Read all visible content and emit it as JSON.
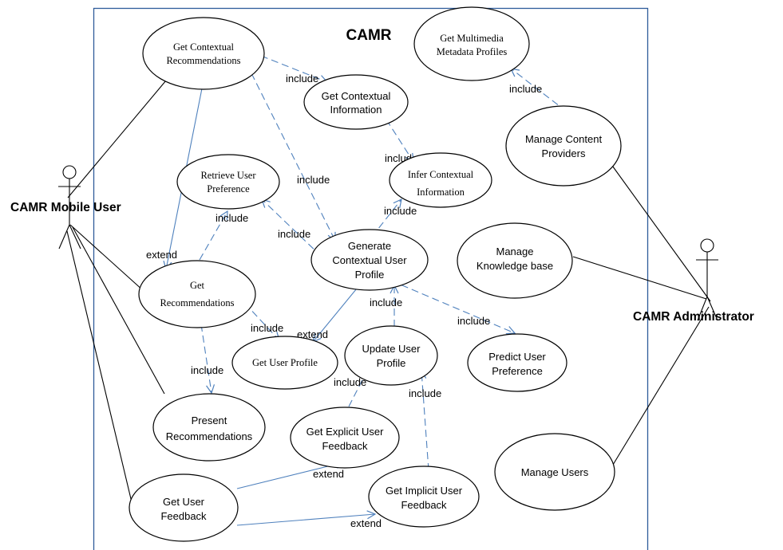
{
  "system": {
    "title": "CAMR",
    "border_color": "#2e5c9a"
  },
  "colors": {
    "relation": "#4f81bd",
    "association": "#000000"
  },
  "actors": {
    "mobile_user": "CAMR Mobile User",
    "administrator": "CAMR Administrator"
  },
  "use_cases": {
    "get_contextual_recommendations": [
      "Get Contextual",
      "Recommendations"
    ],
    "get_multimedia_metadata_profiles": [
      "Get Multimedia",
      "Metadata Profiles"
    ],
    "get_contextual_information": [
      "Get Contextual",
      "Information"
    ],
    "manage_content_providers": [
      "Manage Content",
      "Providers"
    ],
    "retrieve_user_preference": [
      "Retrieve User",
      "Preference"
    ],
    "infer_contextual_information": [
      "Infer Contextual",
      "Information"
    ],
    "generate_contextual_user_profile": [
      "Generate",
      "Contextual User",
      "Profile"
    ],
    "manage_knowledge_base": [
      "Manage",
      "Knowledge base"
    ],
    "get_recommendations": [
      "Get",
      "Recommendations"
    ],
    "get_user_profile": [
      "Get User Profile"
    ],
    "update_user_profile": [
      "Update User",
      "Profile"
    ],
    "predict_user_preference": [
      "Predict User",
      "Preference"
    ],
    "present_recommendations": [
      "Present",
      "Recommendations"
    ],
    "get_explicit_user_feedback": [
      "Get Explicit User",
      "Feedback"
    ],
    "manage_users": [
      "Manage Users"
    ],
    "get_implicit_user_feedback": [
      "Get Implicit User",
      "Feedback"
    ],
    "get_user_feedback": [
      "Get User",
      "Feedback"
    ]
  },
  "relation_labels": {
    "include": "include",
    "extend": "extend"
  }
}
